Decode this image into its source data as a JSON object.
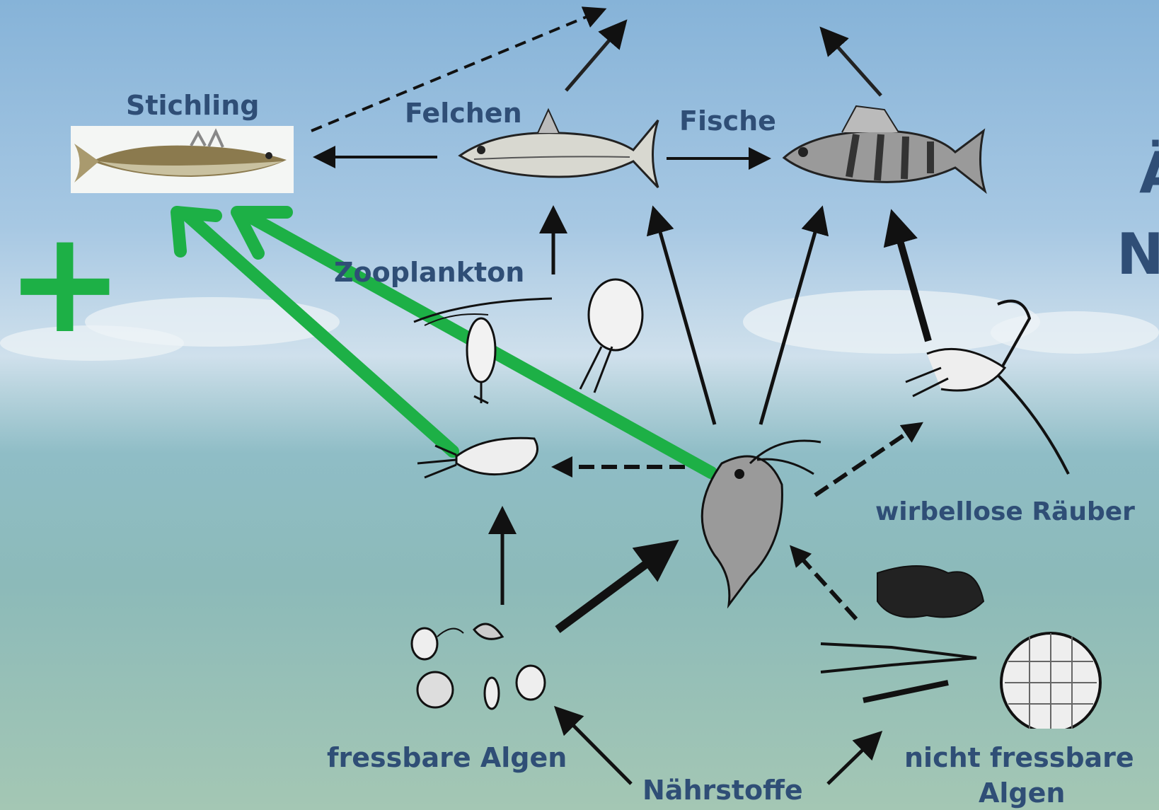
{
  "labels": {
    "stichling": "Stichling",
    "felchen": "Felchen",
    "fische": "Fische",
    "zooplankton": "Zooplankton",
    "wirbellose_raeuber": "wirbellose Räuber",
    "fressbare_algen": "fressbare Algen",
    "naehrstoffe": "Nährstoffe",
    "nicht_fressbare_algen_1": "nicht fressbare",
    "nicht_fressbare_algen_2": "Algen",
    "plus_sign": "+",
    "edge_text_1": "Ä",
    "edge_text_2": "N"
  },
  "colors": {
    "label_text": "#2f4e76",
    "highlight_green": "#1db046",
    "arrow_black": "#111111"
  },
  "icons": [
    "stickleback-photo",
    "whitefish-drawing",
    "perch-drawing",
    "copepod-drawing",
    "rotifer-drawing",
    "daphnia-drawing",
    "invertebrate-predator-drawing",
    "edible-algae-drawing",
    "inedible-algae-drawing"
  ]
}
